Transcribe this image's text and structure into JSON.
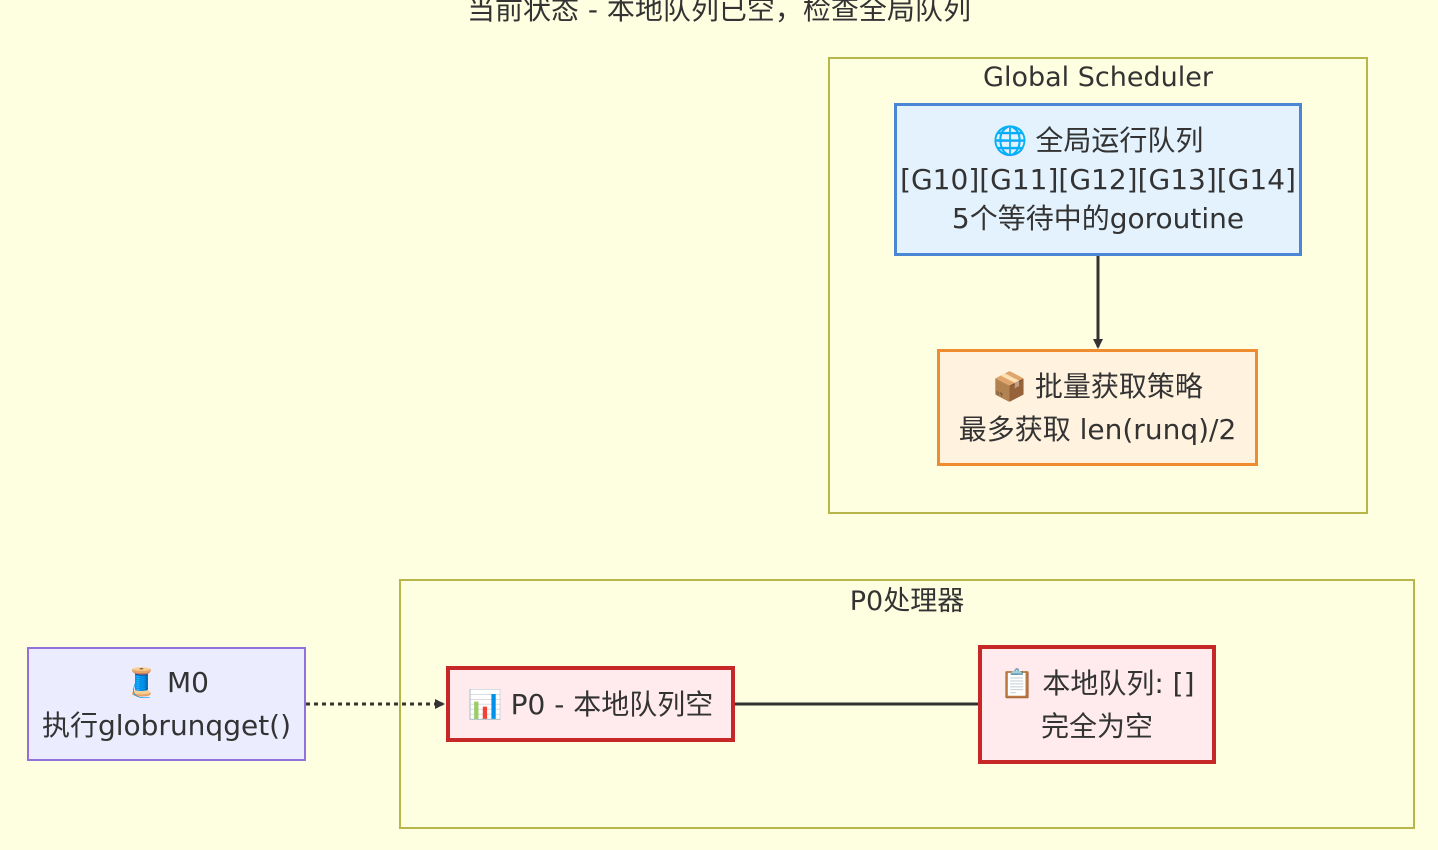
{
  "title": "当前状态 - 本地队列已空，检查全局队列",
  "clusters": {
    "global": {
      "label": "Global Scheduler"
    },
    "p0": {
      "label": "P0处理器"
    }
  },
  "nodes": {
    "global_queue": {
      "icon": "globe-icon",
      "icon_glyph": "🌐",
      "line1": "全局运行队列",
      "line2": "[G10][G11][G12][G13][G14]",
      "line3": "5个等待中的goroutine",
      "fill": "#e3f2fd",
      "stroke": "#4a86d3"
    },
    "batch_strategy": {
      "icon": "package-icon",
      "icon_glyph": "📦",
      "line1": "批量获取策略",
      "line2": "最多获取 len(runq)/2",
      "fill": "#fff3e0",
      "stroke": "#ef8c2f"
    },
    "m0": {
      "icon": "thread-spool-icon",
      "icon_glyph": "🧵",
      "line1": "M0",
      "line2": "执行globrunqget()",
      "fill": "#ececff",
      "stroke": "#9370db"
    },
    "p0": {
      "icon": "bar-chart-icon",
      "icon_glyph": "📊",
      "line1": "P0 - 本地队列空",
      "fill": "#ffebee",
      "stroke": "#c62828"
    },
    "local_queue": {
      "icon": "clipboard-icon",
      "icon_glyph": "📋",
      "line1": "本地队列: []",
      "line2": "完全为空",
      "fill": "#ffebee",
      "stroke": "#c62828"
    }
  },
  "colors": {
    "background": "#fefee0",
    "cluster_border": "#b6b64b",
    "edge": "#333333"
  }
}
